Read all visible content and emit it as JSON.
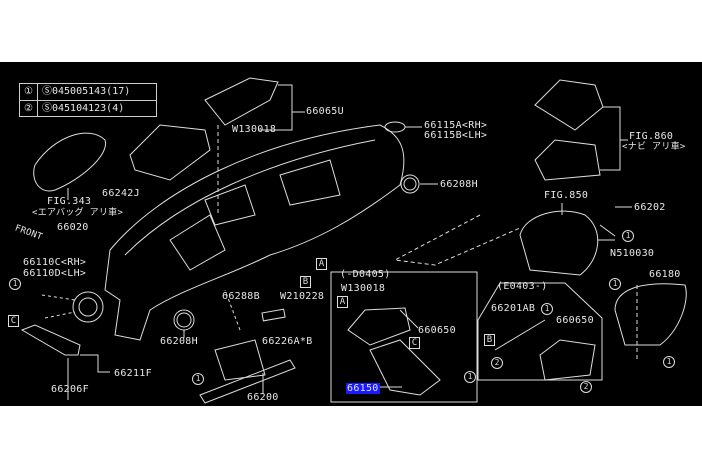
{
  "legend": [
    {
      "key": "①",
      "value": "Ⓢ045005143(17)"
    },
    {
      "key": "②",
      "value": "Ⓢ045104123(4)"
    }
  ],
  "labels": {
    "p66065U": "66065U",
    "w130018_top": "W130018",
    "p66115A": "66115A<RH>",
    "p66115B": "66115B<LH>",
    "fig860": "FIG.860",
    "fig860_note": "<ナビ アリ車>",
    "fig343": "FIG.343",
    "fig343_note": "<エアバッグ アリ車>",
    "p66242J": "66242J",
    "p66208H_top": "66208H",
    "fig850": "FIG.850",
    "p66202": "66202",
    "p66020": "66020",
    "front": "FRONT",
    "n510030": "N510030",
    "p66110C": "66110C<RH>",
    "p66110D": "66110D<LH>",
    "p66288B": "66288B",
    "w210228": "W210228",
    "p66180": "66180",
    "d0405": "(-D0405)",
    "w130018_inset": "W130018",
    "p660650_a": "660650",
    "p66201AB": "66201AB",
    "p660650_b": "660650",
    "e0403": "(E0403-)",
    "p66208H_bottom": "66208H",
    "p66226AB": "66226A*B",
    "p66211F": "66211F",
    "p66206F": "66206F",
    "p66200": "66200",
    "p66150": "66150"
  },
  "refs": {
    "A": "A",
    "B": "B",
    "C": "C",
    "one": "1",
    "two": "2"
  },
  "colors": {
    "background": "#000000",
    "line": "#e8e8e8",
    "highlight": "#1a1aff"
  }
}
